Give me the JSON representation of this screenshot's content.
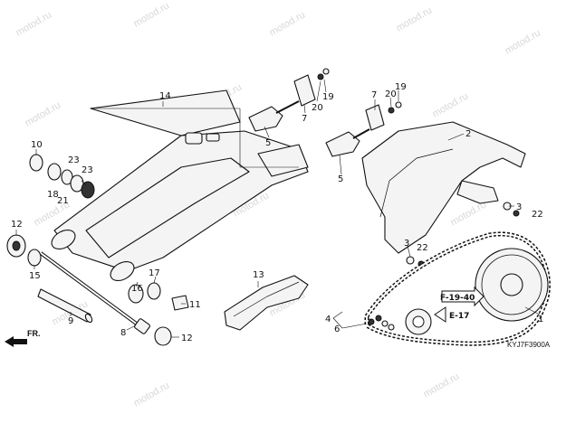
{
  "watermark": "motod.ru",
  "diagram_code": "KYJ7F3900A",
  "direction_label": "FR.",
  "references": [
    "F-19-40",
    "E-17"
  ],
  "callouts": [
    "1",
    "2",
    "3",
    "3",
    "4",
    "5",
    "5",
    "6",
    "7",
    "7",
    "8",
    "9",
    "10",
    "11",
    "12",
    "12",
    "13",
    "14",
    "15",
    "16",
    "17",
    "18",
    "19",
    "19",
    "20",
    "20",
    "21",
    "22",
    "22",
    "23",
    "23"
  ]
}
